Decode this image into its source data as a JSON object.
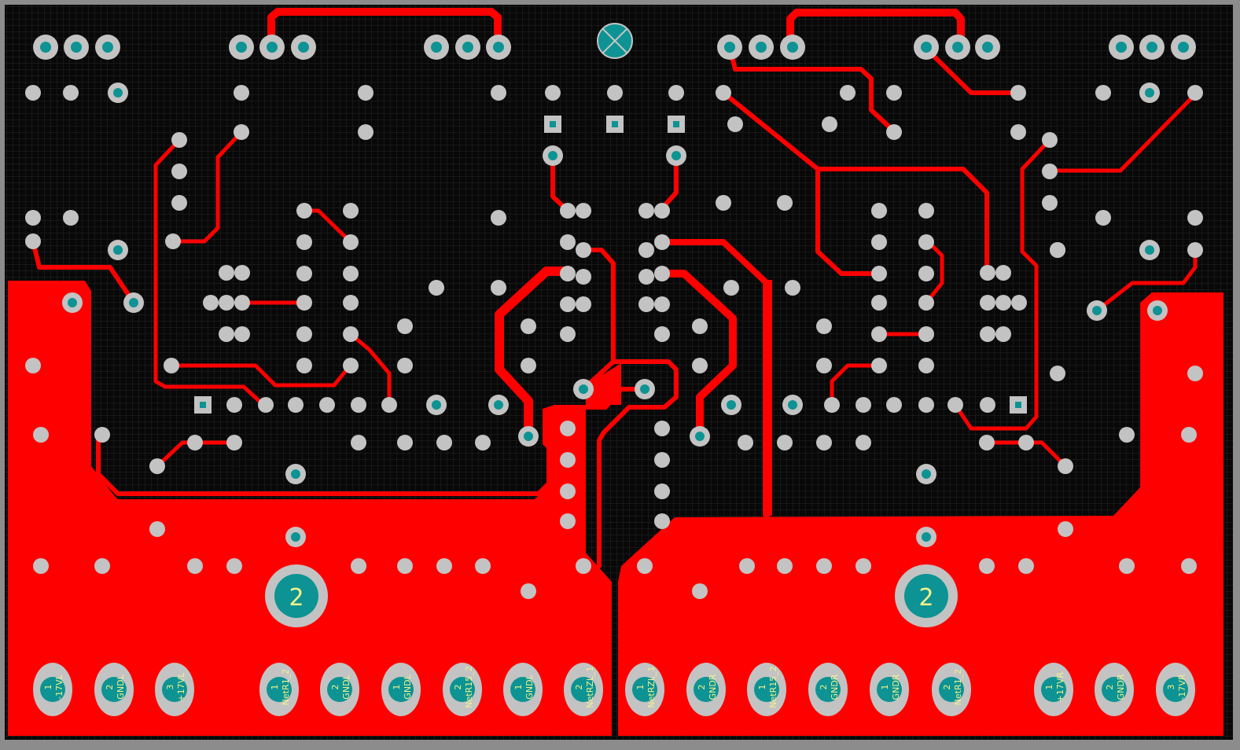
{
  "colors": {
    "board": "#080808",
    "grid": "#262626",
    "copper": "#ff0000",
    "pad": "#c3c3c3",
    "hole": "#0d9393",
    "text": "#f2f28c",
    "frame": "#8c8c8c"
  },
  "holes": {
    "mounting_label": "2",
    "mounting_label_right": "2"
  },
  "connectors": [
    {
      "num": "1",
      "net": "-17VL"
    },
    {
      "num": "2",
      "net": "GNDL"
    },
    {
      "num": "3",
      "net": "+17VL"
    },
    {
      "num": "1",
      "net": "NetR1_2"
    },
    {
      "num": "2",
      "net": "GNDL"
    },
    {
      "num": "1",
      "net": "GNDL"
    },
    {
      "num": "2",
      "net": "NetR15_2"
    },
    {
      "num": "1",
      "net": "GNDL"
    },
    {
      "num": "2",
      "net": "NetRZL_1"
    },
    {
      "num": "1",
      "net": "NetRZL_1"
    },
    {
      "num": "2",
      "net": "GNDR"
    },
    {
      "num": "1",
      "net": "NetR15_2"
    },
    {
      "num": "2",
      "net": "GNDR"
    },
    {
      "num": "1",
      "net": "GNDR"
    },
    {
      "num": "2",
      "net": "NetR1_2"
    },
    {
      "num": "1",
      "net": "+17VR"
    },
    {
      "num": "2",
      "net": "GNDR"
    },
    {
      "num": "3",
      "net": "-17VR"
    }
  ]
}
